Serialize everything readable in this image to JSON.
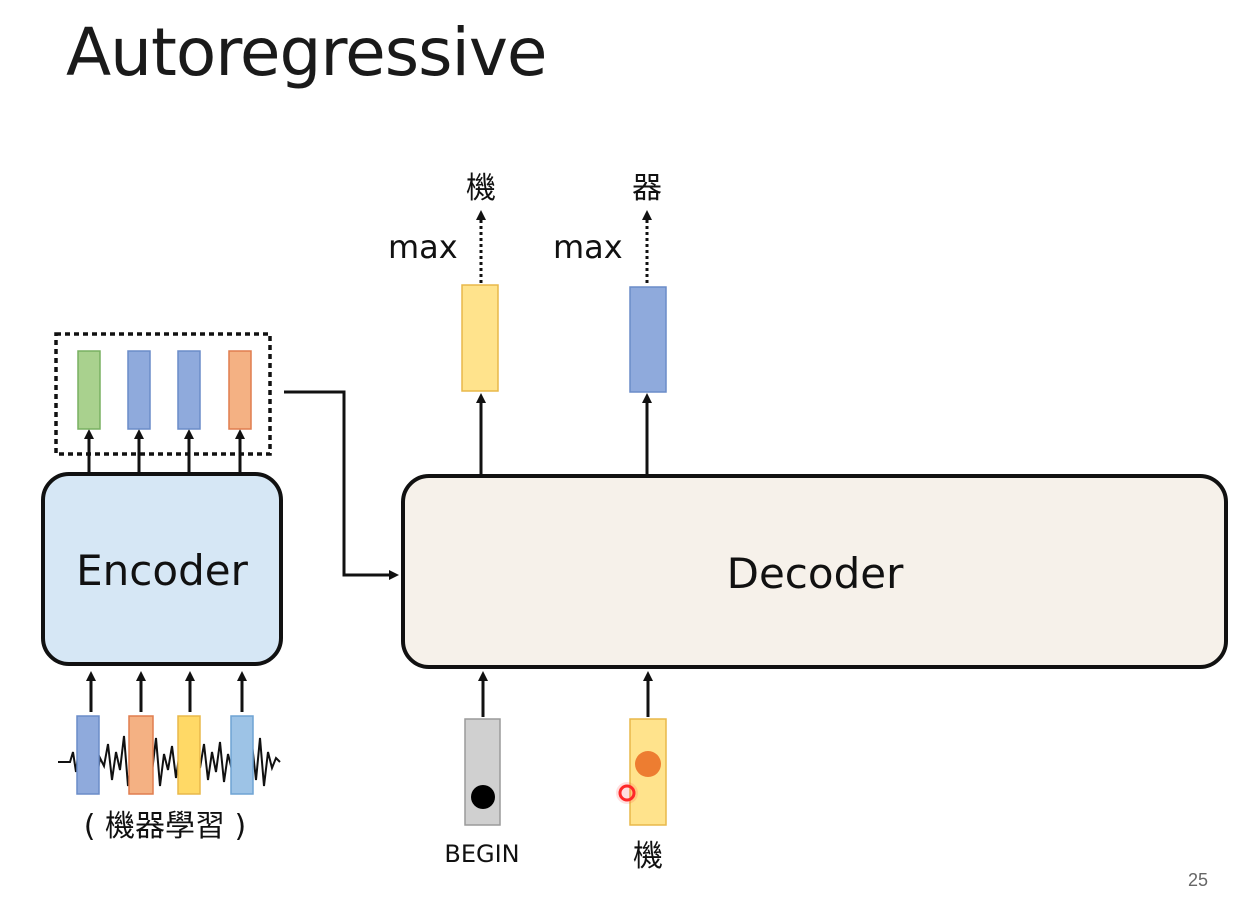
{
  "slide": {
    "title": "Autoregressive",
    "page_number": "25"
  },
  "encoder": {
    "label": "Encoder",
    "input_caption": "( 機器學習 )"
  },
  "decoder": {
    "label": "Decoder",
    "outputs": [
      {
        "op": "max",
        "token": "機"
      },
      {
        "op": "max",
        "token": "器"
      }
    ],
    "inputs": [
      {
        "token": "BEGIN"
      },
      {
        "token": "機"
      }
    ]
  },
  "colors": {
    "encoder_fill": "#d6e7f5",
    "decoder_fill": "#f6f1ea",
    "green_vector": "#a9d18e",
    "blue_vector": "#8faadc",
    "orange_vector": "#f4b183",
    "yellow_vector": "#ffd966",
    "gray_vector": "#d0d0d0",
    "light_blue_vector": "#9dc3e6"
  }
}
